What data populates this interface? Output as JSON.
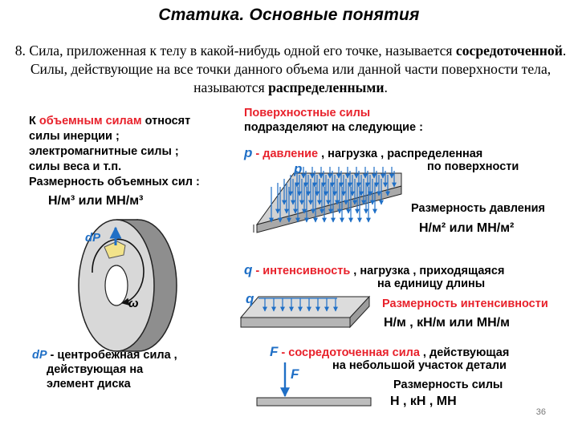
{
  "slide": {
    "title": "Статика. Основные понятия",
    "intro": {
      "p1": "8. Сила, приложенная к телу в какой-нибудь одной его точке, называется ",
      "b1": "сосредоточенной",
      "p2": ". Силы, действующие на все точки данного объема или данной части поверхности тела, называются ",
      "b2": "распределенными",
      "p3": "."
    },
    "page_number": "36"
  },
  "left": {
    "line1_a": "К ",
    "line1_red": "объемным силам",
    "line1_b": " относят",
    "line2": "силы инерции ;",
    "line3": "электромагнитные силы ;",
    "line4": "силы веса и т.п.",
    "line5": "Размерность объемных сил :",
    "units": "Н/м³   или   МН/м³",
    "disk_force_label": "dP",
    "omega_label": "ω",
    "caption_sym": "dP",
    "caption1": " - центробежная сила ,",
    "caption2": "действующая на",
    "caption3": "элемент диска"
  },
  "right": {
    "surface_head_red": "Поверхностные силы",
    "surface_head2": "подразделяют на следующие :",
    "p_sym": "p",
    "p_red": " - давление",
    "p_rest": " , нагрузка , распределенная",
    "p_rest2": "по поверхности",
    "p_plate_label": "p",
    "p_dim_label": "Размерность давления",
    "p_units": "Н/м²   или   МН/м²",
    "q_sym": "q",
    "q_red": " - интенсивность",
    "q_rest": " , нагрузка , приходящаяся",
    "q_rest2": "на единицу длины",
    "q_plate_label": "q",
    "q_dim_label": "Размерность интенсивности",
    "q_units": "Н/м ,  кН/м  или   МН/м",
    "f_sym": "F",
    "f_red": " - сосредоточенная сила",
    "f_rest": " , действующая",
    "f_rest2": "на небольшой участок детали",
    "f_arrow_label": "F",
    "f_dim_label": "Размерность силы",
    "f_units": "Н ,  кН ,   МН"
  },
  "colors": {
    "red": "#e8212b",
    "blue": "#1f6fc6",
    "plate": "#c9c9c9",
    "plate_top": "#e7e7e7"
  }
}
